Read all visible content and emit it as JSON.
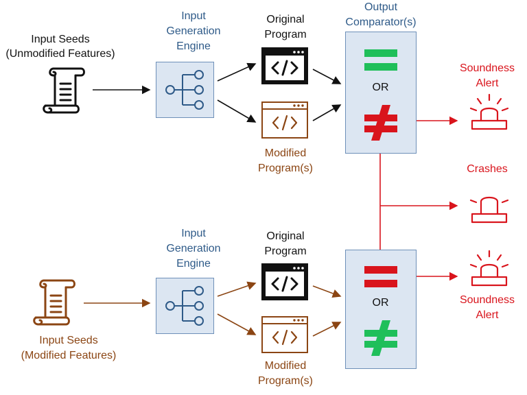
{
  "top": {
    "seeds_title": "Input Seeds",
    "seeds_sub": "(Unmodified Features)",
    "engine": [
      "Input",
      "Generation",
      "Engine"
    ],
    "original": [
      "Original",
      "Program"
    ],
    "modified": [
      "Modified",
      "Program(s)"
    ],
    "comparator": [
      "Output",
      "Comparator(s)"
    ],
    "or": "OR"
  },
  "bottom": {
    "seeds_title": "Input Seeds",
    "seeds_sub": "(Modified Features)",
    "engine": [
      "Input",
      "Generation",
      "Engine"
    ],
    "original": [
      "Original",
      "Program"
    ],
    "modified": [
      "Modified",
      "Program(s)"
    ],
    "or": "OR"
  },
  "alerts": {
    "top": [
      "Soundness",
      "Alert"
    ],
    "crashes": "Crashes",
    "bottom": [
      "Soundness",
      "Alert"
    ]
  },
  "colors": {
    "black": "#111111",
    "blue": "#2e5a88",
    "brown": "#8b4513",
    "red": "#d9141c",
    "green": "#1fbf5a",
    "box_fill": "#dce6f2"
  },
  "icons": {
    "seeds": "scroll-icon",
    "engine": "tree-icon",
    "program": "code-window-icon",
    "equal": "equals-icon",
    "not_equal": "not-equal-icon",
    "alert": "siren-icon"
  }
}
